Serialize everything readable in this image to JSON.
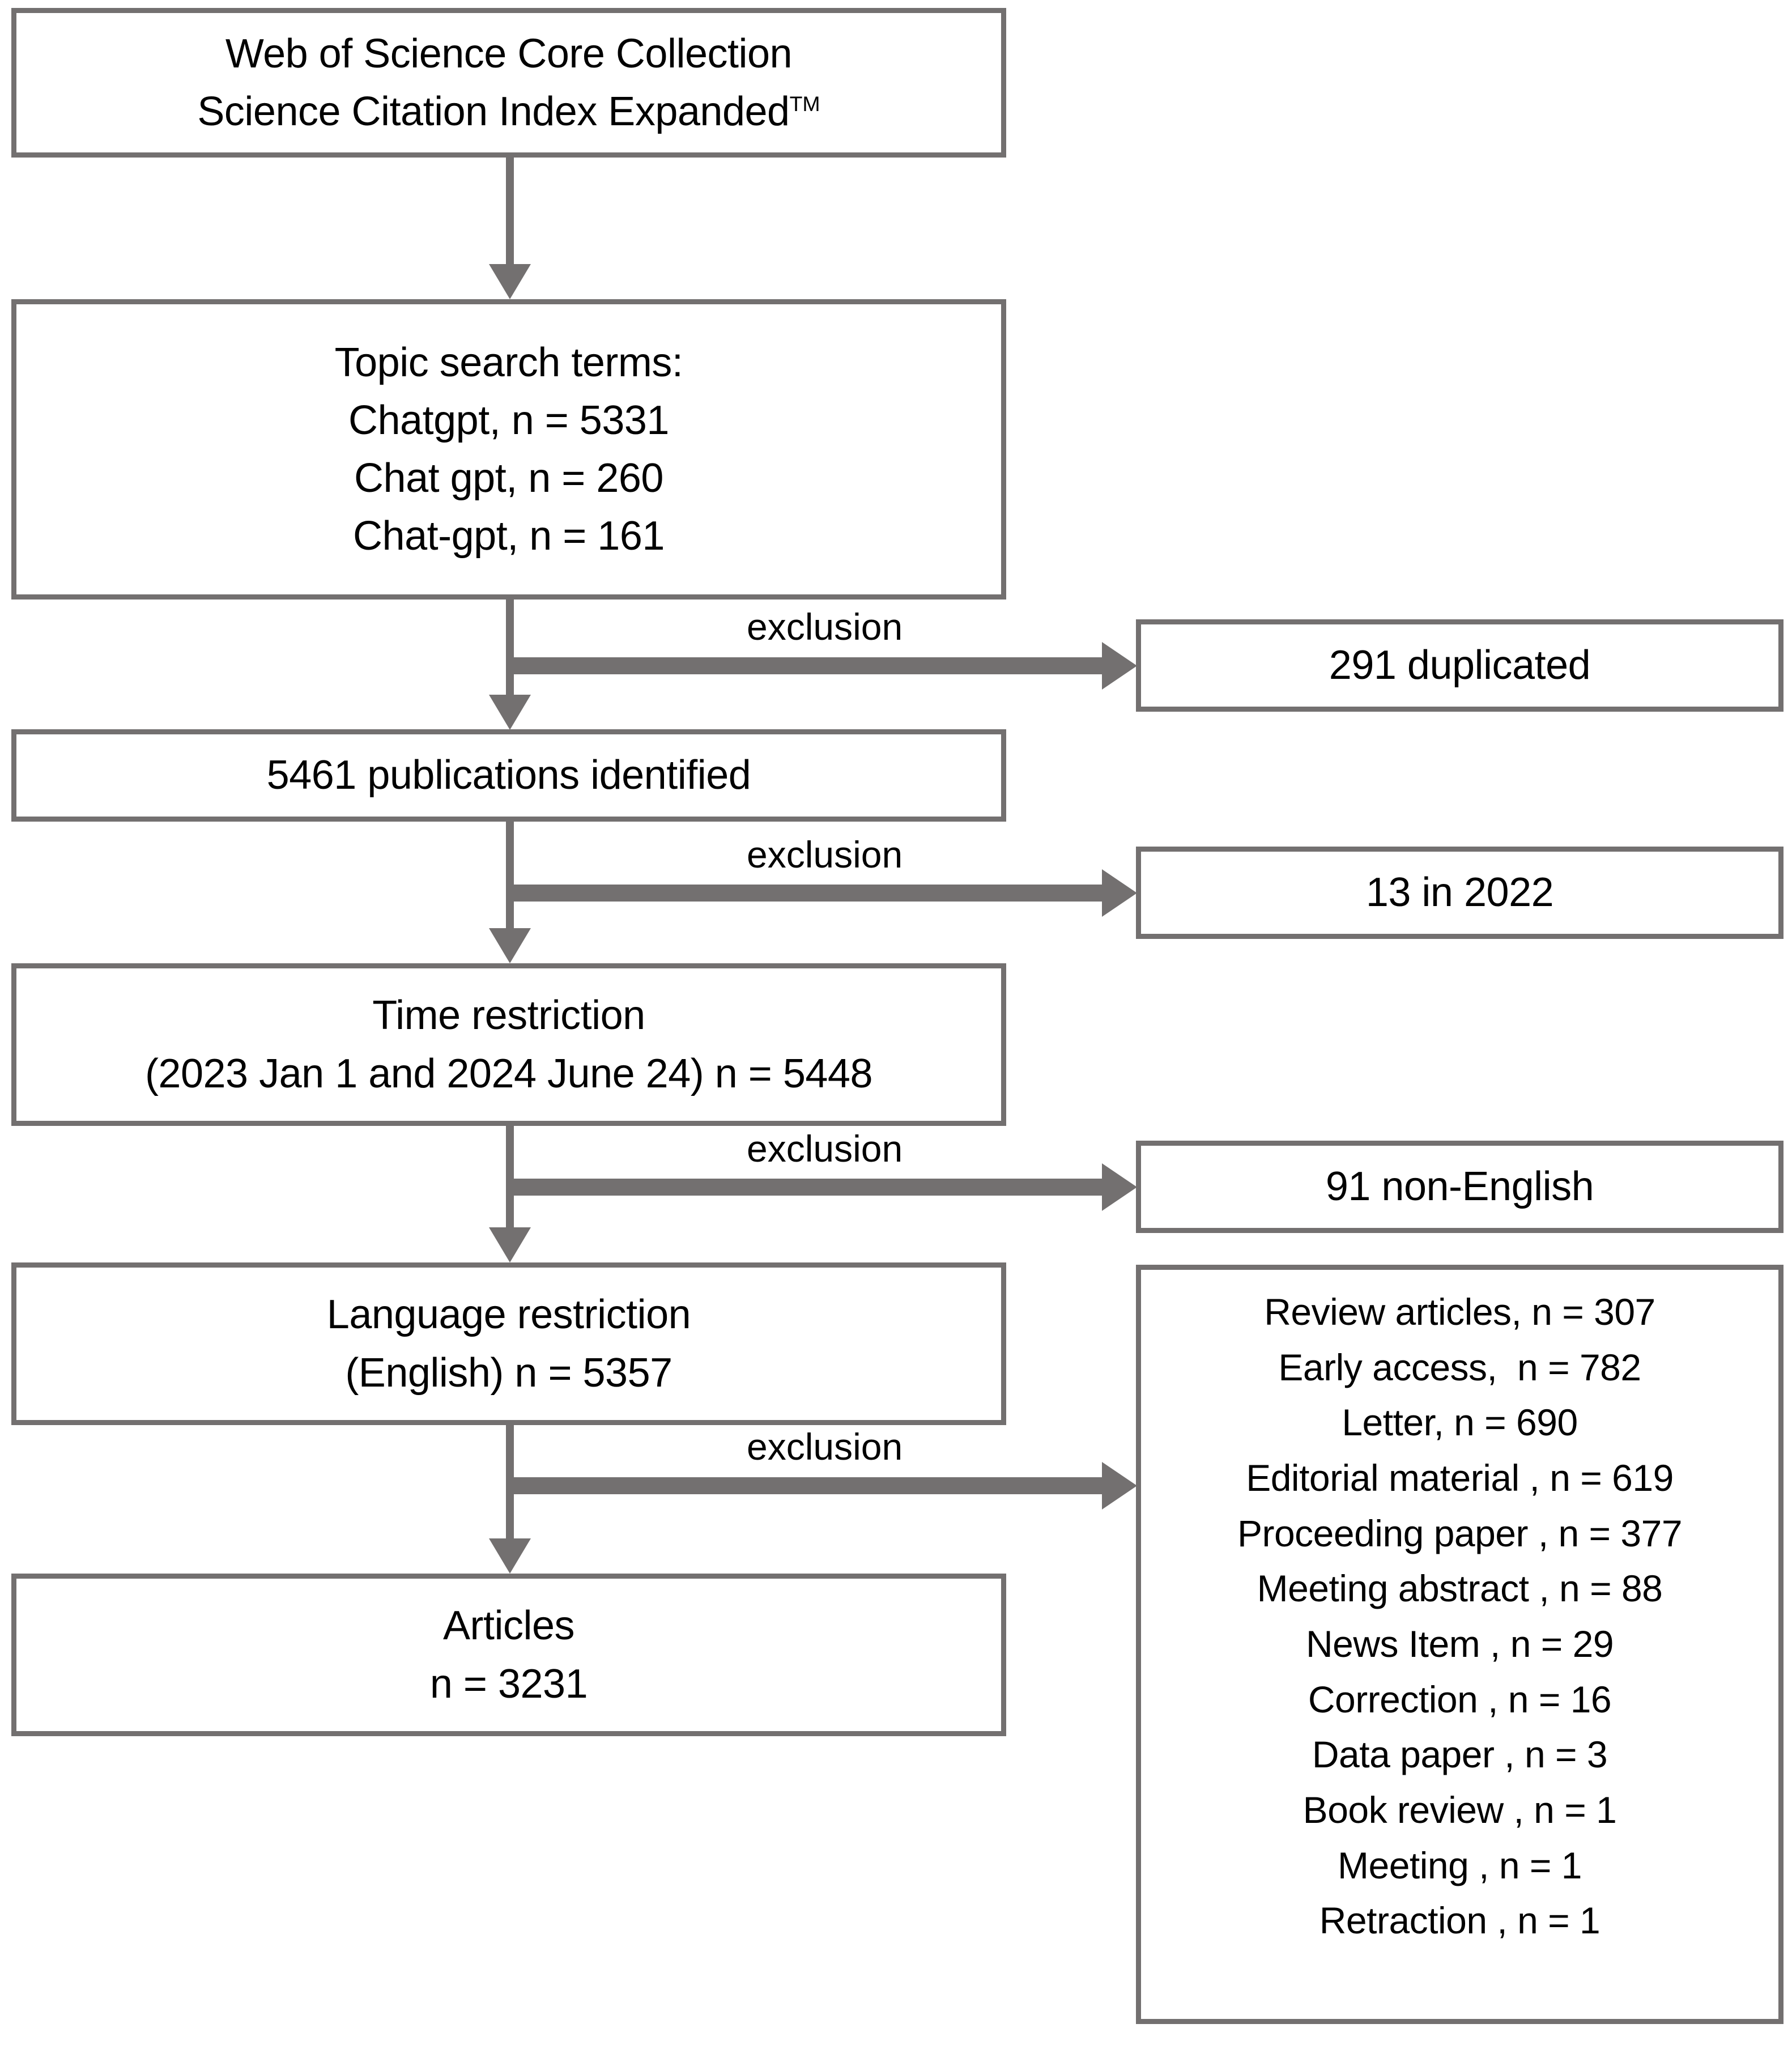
{
  "diagram": {
    "type": "flowchart",
    "title": "Publication selection flow (PRISMA-style)",
    "colors": {
      "border": "#737070",
      "arrow": "#737070",
      "text": "#000000",
      "background": "#ffffff"
    }
  },
  "boxes": {
    "source": {
      "lines": [
        "Web of Science Core Collection",
        "Science Citation Index Expanded"
      ],
      "superscript": "TM"
    },
    "search": {
      "lines": [
        "Topic search terms:",
        "Chatgpt, n = 5331",
        "Chat gpt, n = 260",
        "Chat-gpt, n = 161"
      ]
    },
    "identified": {
      "lines": [
        "5461 publications identified"
      ]
    },
    "time_restriction": {
      "lines": [
        "Time restriction",
        "(2023 Jan 1 and 2024 June 24) n = 5448"
      ]
    },
    "language_restriction": {
      "lines": [
        "Language restriction",
        "(English) n = 5357"
      ]
    },
    "articles": {
      "lines": [
        "Articles",
        "n = 3231"
      ]
    },
    "duplicated": {
      "lines": [
        "291 duplicated"
      ]
    },
    "year_2022": {
      "lines": [
        "13 in 2022"
      ]
    },
    "non_english": {
      "lines": [
        "91 non-English"
      ]
    },
    "document_types": {
      "lines": [
        "Review articles, n = 307",
        "Early access,  n = 782",
        "Letter, n = 690",
        "Editorial material , n = 619",
        "Proceeding paper , n = 377",
        "Meeting abstract , n = 88",
        "News Item , n = 29",
        "Correction , n = 16",
        "Data paper , n = 3",
        "Book review , n = 1",
        "Meeting , n = 1",
        "Retraction , n = 1"
      ]
    }
  },
  "arrow_labels": {
    "exclusion_1": "exclusion",
    "exclusion_2": "exclusion",
    "exclusion_3": "exclusion",
    "exclusion_4": "exclusion"
  }
}
